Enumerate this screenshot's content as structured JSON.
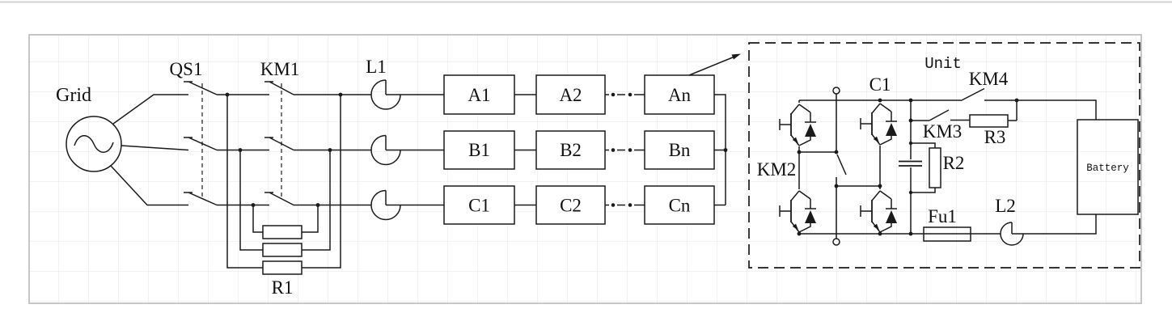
{
  "diagram": {
    "labels": {
      "grid": "Grid",
      "qs1": "QS1",
      "km1": "KM1",
      "l1": "L1",
      "r1": "R1"
    },
    "blocks": {
      "a": [
        "A1",
        "A2",
        "An"
      ],
      "b": [
        "B1",
        "B2",
        "Bn"
      ],
      "c": [
        "C1",
        "C2",
        "Cn"
      ]
    },
    "unit": {
      "title": "Unit",
      "c1": "C1",
      "km2": "KM2",
      "km3": "KM3",
      "km4": "KM4",
      "r2": "R2",
      "r3": "R3",
      "fu1": "Fu1",
      "l2": "L2",
      "battery": "Battery"
    },
    "colors": {
      "line": "#1a1a1a",
      "grid_line": "#e4e4e4",
      "sheet_border": "#c6c6c6",
      "background": "#ffffff",
      "label": "#111111"
    }
  }
}
